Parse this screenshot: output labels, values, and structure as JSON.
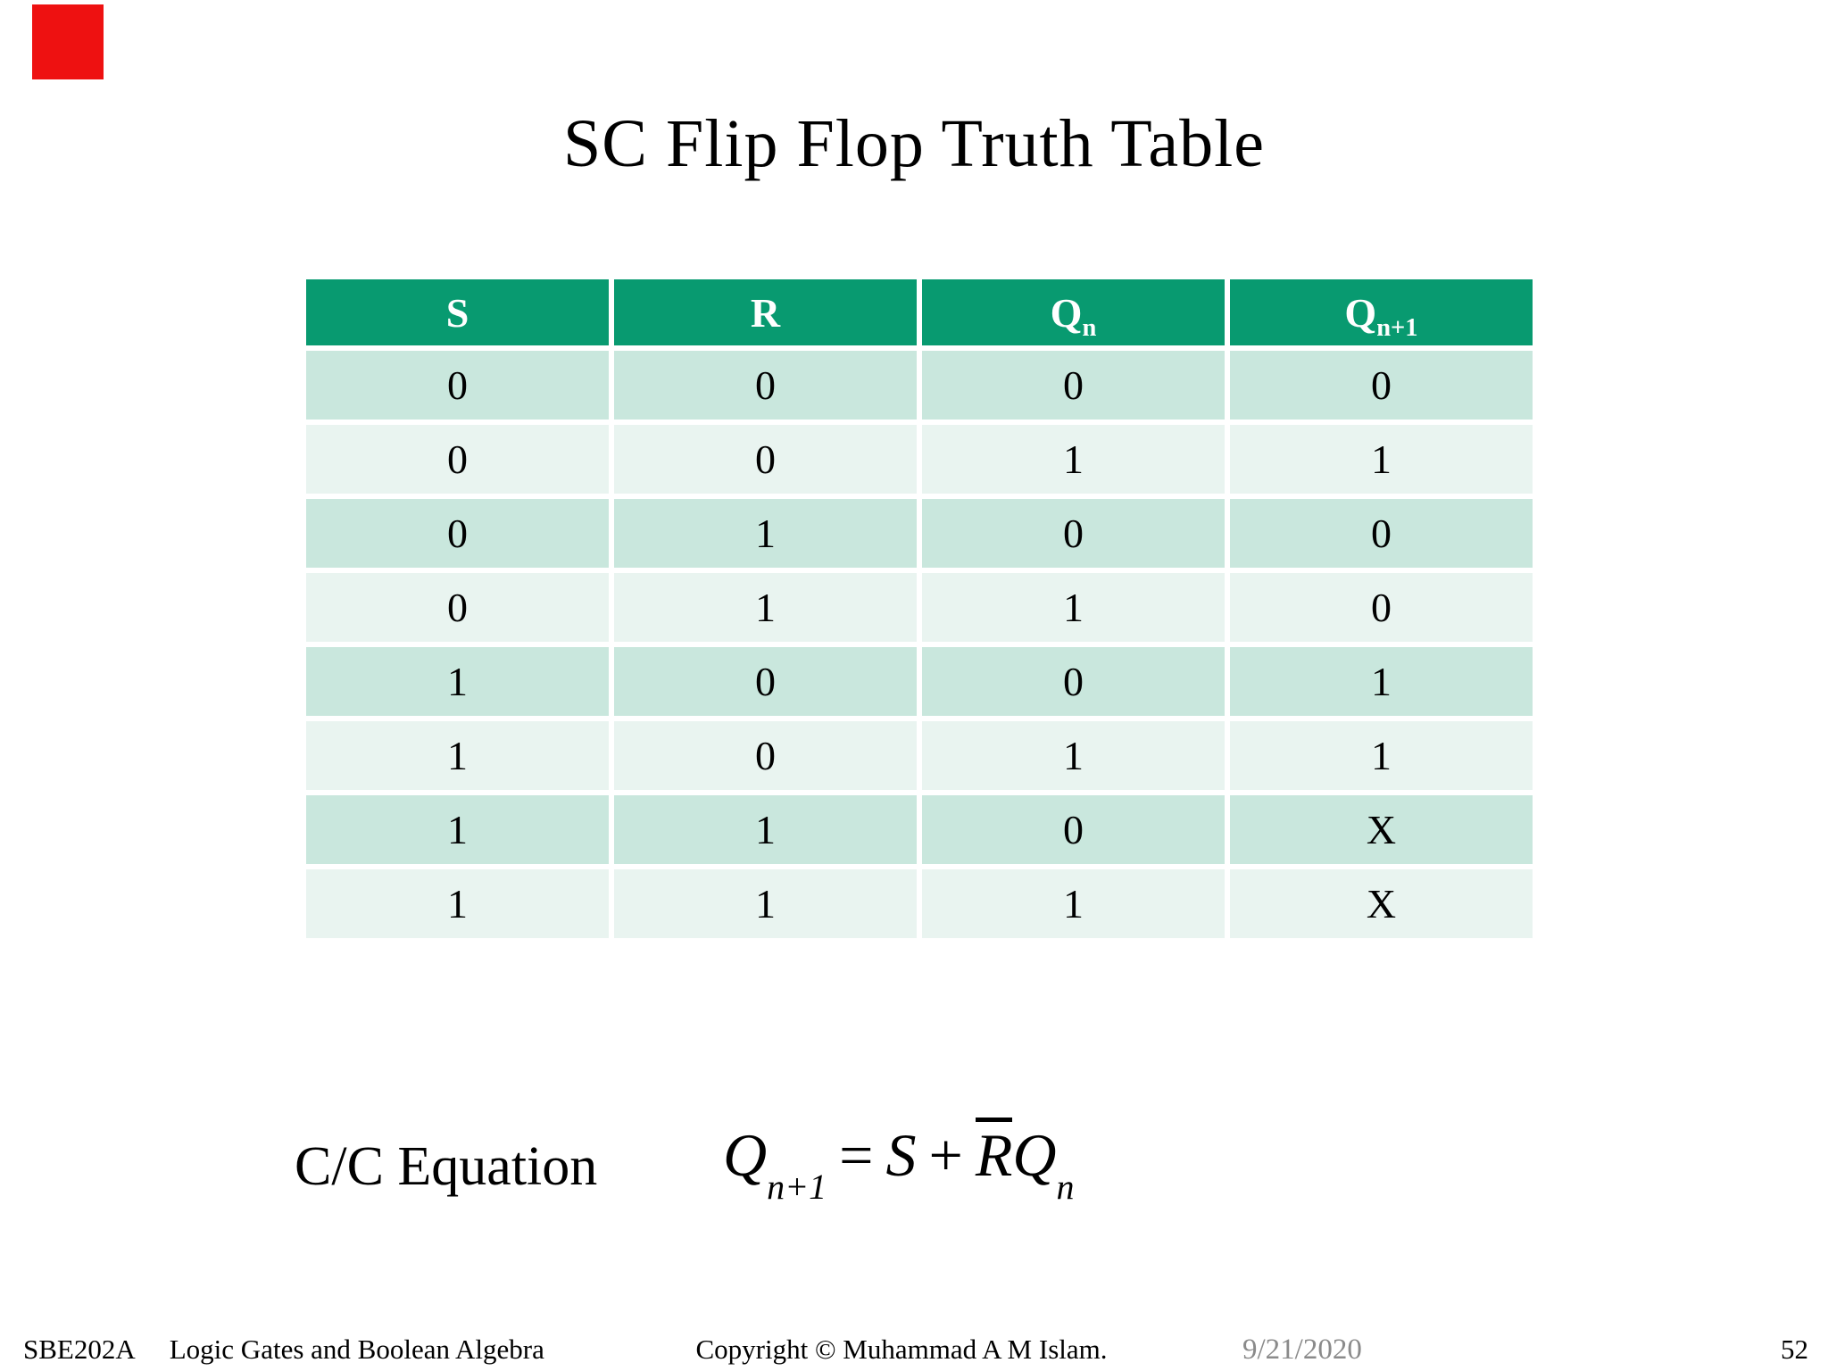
{
  "slide": {
    "title": "SC Flip Flop Truth Table",
    "table": {
      "headers": [
        {
          "base": "S",
          "sub": ""
        },
        {
          "base": "R",
          "sub": ""
        },
        {
          "base": "Q",
          "sub": "n"
        },
        {
          "base": "Q",
          "sub": "n+1"
        }
      ],
      "rows": [
        [
          "0",
          "0",
          "0",
          "0"
        ],
        [
          "0",
          "0",
          "1",
          "1"
        ],
        [
          "0",
          "1",
          "0",
          "0"
        ],
        [
          "0",
          "1",
          "1",
          "0"
        ],
        [
          "1",
          "0",
          "0",
          "1"
        ],
        [
          "1",
          "0",
          "1",
          "1"
        ],
        [
          "1",
          "1",
          "0",
          "X"
        ],
        [
          "1",
          "1",
          "1",
          "X"
        ]
      ]
    },
    "equation_label": "C/C Equation",
    "equation": {
      "lhs": "Q",
      "lhs_sub": "n+1",
      "equals": "=",
      "s_term": "S",
      "plus": "+",
      "r_term": "R",
      "q_term": "Q",
      "q_sub": "n"
    },
    "footer": {
      "course_code": "SBE202A",
      "course_title": "Logic Gates and Boolean Algebra",
      "copyright": "Copyright © Muhammad A M Islam.",
      "date": "9/21/2020",
      "page": "52"
    },
    "colors": {
      "header_green": "#089a70",
      "row_dark": "#c9e7dd",
      "row_light": "#e9f4f0",
      "date_gray": "#8a8a8a",
      "marker_red": "#ee1111"
    }
  }
}
